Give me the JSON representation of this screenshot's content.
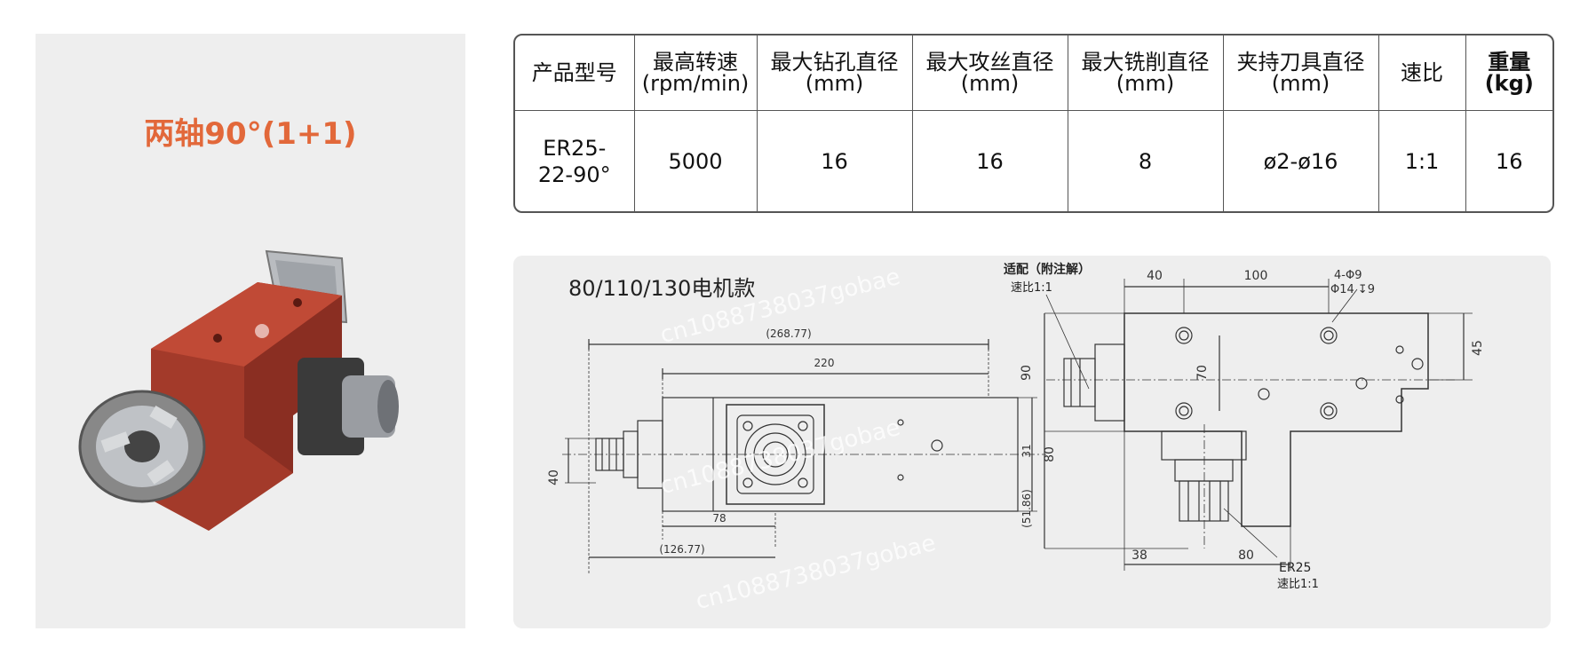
{
  "product": {
    "title": "两轴90°(1+1)"
  },
  "spec_table": {
    "headers": [
      {
        "label": "产品型号",
        "unit": ""
      },
      {
        "label": "最高转速",
        "unit": "(rpm/min)"
      },
      {
        "label": "最大钻孔直径",
        "unit": "(mm)"
      },
      {
        "label": "最大攻丝直径",
        "unit": "(mm)"
      },
      {
        "label": "最大铣削直径",
        "unit": "(mm)"
      },
      {
        "label": "夹持刀具直径",
        "unit": "(mm)"
      },
      {
        "label": "速比",
        "unit": ""
      },
      {
        "label": "重量",
        "unit": "(kg)"
      }
    ],
    "row": {
      "model_line1": "ER25-",
      "model_line2": "22-90°",
      "max_speed": "5000",
      "max_drill": "16",
      "max_tap": "16",
      "max_mill": "8",
      "clamp_dia": "ø2-ø16",
      "ratio": "1:1",
      "weight": "16"
    }
  },
  "drawing": {
    "subtitle": "80/110/130电机款",
    "side_view": {
      "dim_total": "(268.77)",
      "dim_220": "220",
      "dim_80": "80",
      "dim_40": "40",
      "dim_78": "78",
      "dim_12677": "(126.77)"
    },
    "top_view": {
      "adapter_note": "适配（附注解）",
      "ratio_note_top": "速比1:1",
      "dim_40": "40",
      "dim_100": "100",
      "hole_note_1": "4-Φ9",
      "hole_note_2": "Φ14 ↧9",
      "dim_45": "45",
      "dim_90": "90",
      "dim_70": "70",
      "dim_31": "31",
      "dim_5186": "(51.86)",
      "dim_38": "38",
      "dim_80": "80",
      "collet": "ER25",
      "ratio_note_bottom": "速比1:1"
    }
  },
  "watermark": "cn1088738037gobae"
}
